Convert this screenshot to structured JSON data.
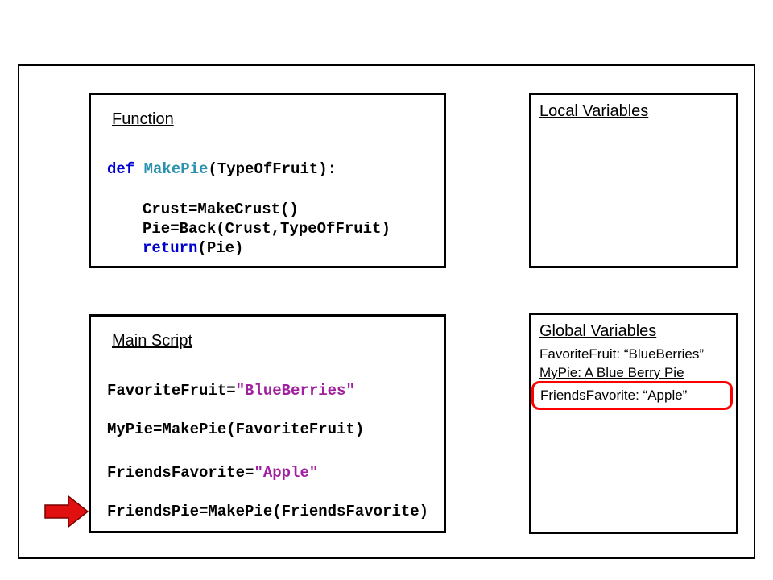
{
  "colors": {
    "keyword": "#0000CD",
    "function_name": "#2B91AF",
    "string": "#A020A0",
    "highlight": "#FF0000",
    "arrow_fill": "#E01010",
    "arrow_outline": "#7A0000"
  },
  "function_box": {
    "title": "Function",
    "line1": {
      "kw": "def ",
      "fn": "MakePie",
      "rest": "(TypeOfFruit):"
    },
    "line2": "Crust=MakeCrust()",
    "line3": "Pie=Back(Crust,TypeOfFruit)",
    "line4": {
      "kw": "return",
      "rest": "(Pie)"
    }
  },
  "local_vars_box": {
    "title": "Local Variables"
  },
  "main_script_box": {
    "title": "Main Script",
    "line1": {
      "plain": "FavoriteFruit=",
      "str": "\"BlueBerries\""
    },
    "line2": "MyPie=MakePie(FavoriteFruit)",
    "line3": {
      "plain": "FriendsFavorite=",
      "str": "\"Apple\""
    },
    "line4": "FriendsPie=MakePie(FriendsFavorite)"
  },
  "global_vars_box": {
    "title": "Global Variables",
    "line1": "FavoriteFruit: “BlueBerries”",
    "line2": "MyPie: A Blue Berry Pie",
    "line3": "FriendsFavorite: “Apple”"
  }
}
